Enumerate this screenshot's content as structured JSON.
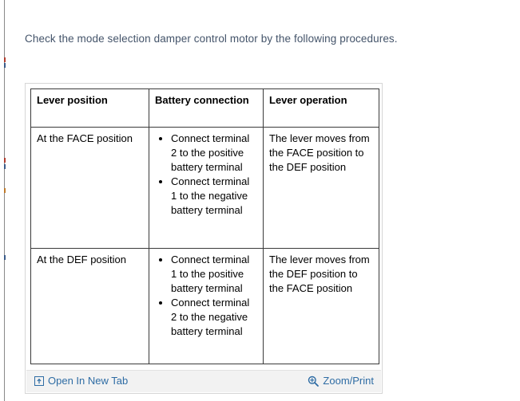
{
  "page": {
    "intro_text": "Check the mode selection damper control motor by the following procedures."
  },
  "figure": {
    "table": {
      "headers": [
        "Lever position",
        "Battery connection",
        "Lever operation"
      ],
      "rows": [
        {
          "lever_position": "At the FACE position",
          "battery_connection": [
            "Connect terminal 2 to the positive battery terminal",
            "Connect terminal 1 to the negative battery terminal"
          ],
          "lever_operation": "The lever moves from the FACE position to the DEF position"
        },
        {
          "lever_position": "At the DEF position",
          "battery_connection": [
            "Connect terminal 1 to the positive battery terminal",
            "Connect terminal 2 to the negative battery terminal"
          ],
          "lever_operation": "The lever moves from the DEF position to the FACE position"
        }
      ]
    },
    "footer": {
      "open_label": "Open In New Tab",
      "open_icon": "open-in-new-tab-icon",
      "zoom_label": "Zoom/Print",
      "zoom_icon": "magnifier-plus-icon"
    }
  },
  "colors": {
    "link": "#2e6ca4",
    "body_text": "#44546a",
    "table_border": "#3a3a3a",
    "card_border": "#d6d6d6",
    "footer_bg": "#f2f2f2"
  }
}
